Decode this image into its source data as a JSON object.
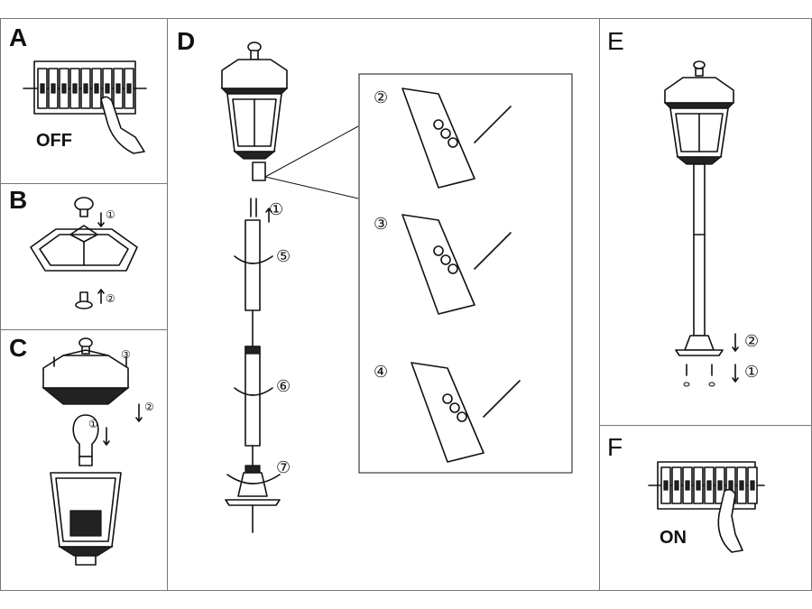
{
  "panels": {
    "a": {
      "letter": "A",
      "caption": "OFF"
    },
    "b": {
      "letter": "B",
      "steps": [
        "①",
        "②"
      ]
    },
    "c": {
      "letter": "C",
      "steps": [
        "①",
        "②",
        "③"
      ]
    },
    "d": {
      "letter": "D",
      "steps": [
        "①",
        "⑤",
        "⑥",
        "⑦"
      ],
      "detail_steps": [
        "②",
        "③",
        "④"
      ]
    },
    "e": {
      "letter": "E",
      "steps": [
        "②",
        "①"
      ]
    },
    "f": {
      "letter": "F",
      "caption": "ON"
    }
  },
  "icons": [
    "circuit-breaker-icon",
    "hand-icon",
    "lamp-post-icon",
    "lamp-head-icon",
    "bulb-icon",
    "terminal-block-icon",
    "screwdriver-icon",
    "rotate-arrow-icon"
  ]
}
